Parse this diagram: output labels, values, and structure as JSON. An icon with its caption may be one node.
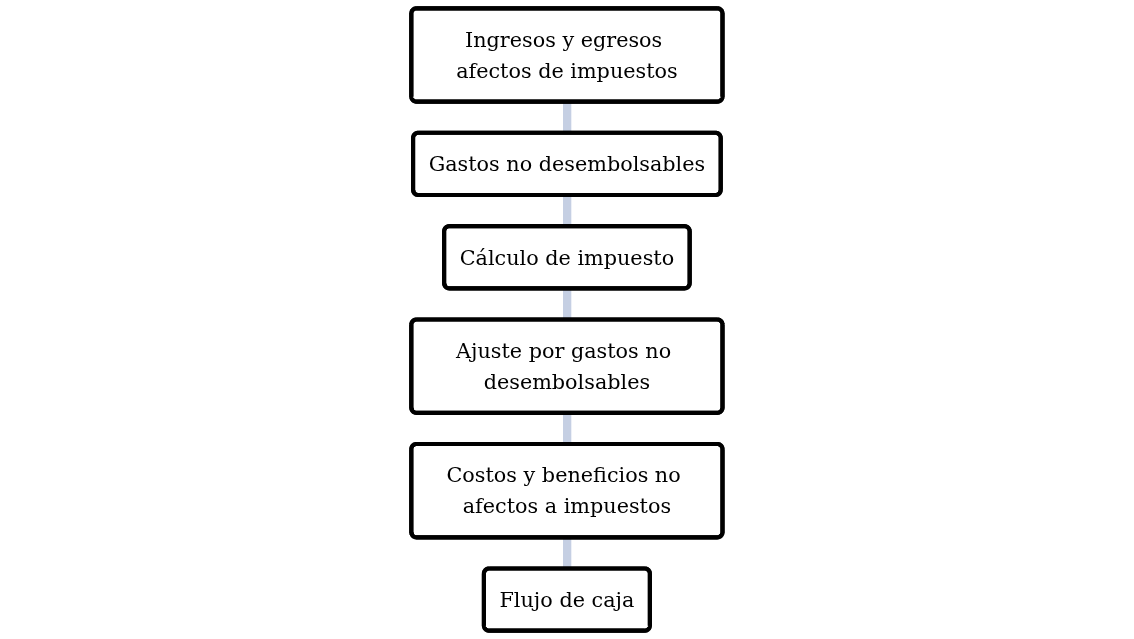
{
  "diagram": {
    "nodes": [
      {
        "text": [
          "Ingresos y egresos afectos de impuestos"
        ]
      },
      {
        "text": [
          "Gastos no desembolsables"
        ]
      },
      {
        "text": [
          "Cálculo de impuesto"
        ]
      },
      {
        "text": [
          "Ajuste por gastos no desembolsables"
        ]
      },
      {
        "text": [
          "Costos y beneficios no afectos a impuestos"
        ]
      },
      {
        "text": [
          "Flujo de caja"
        ]
      }
    ],
    "edges": [
      {
        "from": 0,
        "to": 1,
        "arrow": "none"
      },
      {
        "from": 1,
        "to": 2,
        "arrow": "none"
      },
      {
        "from": 2,
        "to": 3,
        "arrow": "none"
      },
      {
        "from": 3,
        "to": 4,
        "arrow": "none"
      },
      {
        "from": 4,
        "to": 5,
        "arrow": "none"
      }
    ]
  }
}
